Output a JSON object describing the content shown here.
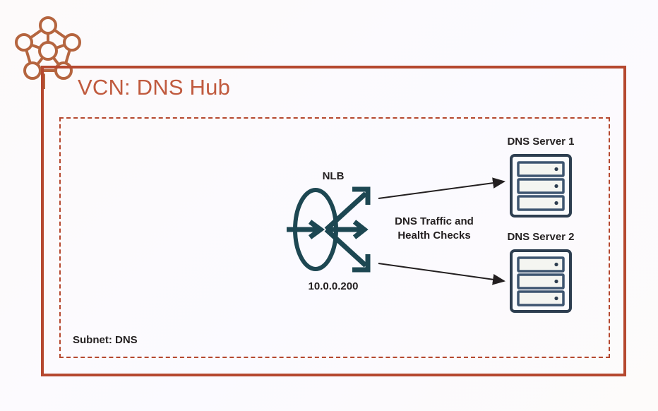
{
  "diagram": {
    "background_color": "#fdfbfb",
    "vcn": {
      "title": "VCN: DNS Hub",
      "border_color": "#b5482f",
      "title_color": "#c05a3e",
      "icon_name": "vcn-network-mesh-icon"
    },
    "subnet": {
      "label": "Subnet: DNS",
      "border_color": "#b5482f",
      "border_style": "dashed"
    },
    "nlb": {
      "label": "NLB",
      "ip": "10.0.0.200",
      "icon_name": "network-load-balancer-icon",
      "color": "#1d4752"
    },
    "edge": {
      "line_1": "DNS Traffic and",
      "line_2": "Health Checks",
      "arrow_color": "#231f20"
    },
    "servers": [
      {
        "label": "DNS Server 1",
        "icon_name": "server-rack-icon",
        "color": "#2d3e50"
      },
      {
        "label": "DNS Server 2",
        "icon_name": "server-rack-icon",
        "color": "#2d3e50"
      }
    ]
  }
}
